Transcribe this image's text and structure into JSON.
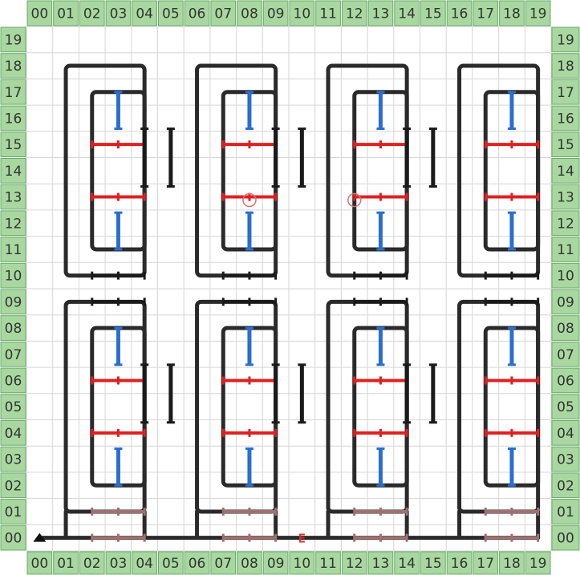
{
  "board": {
    "columns": [
      "00",
      "01",
      "02",
      "03",
      "04",
      "05",
      "06",
      "07",
      "08",
      "09",
      "10",
      "11",
      "12",
      "13",
      "14",
      "15",
      "16",
      "17",
      "18",
      "19"
    ],
    "rows": [
      "00",
      "01",
      "02",
      "03",
      "04",
      "05",
      "06",
      "07",
      "08",
      "09",
      "10",
      "11",
      "12",
      "13",
      "14",
      "15",
      "16",
      "17",
      "18",
      "19"
    ],
    "entry_label": "E",
    "start_marker": "triangle-up",
    "markers": [
      "circle-marker",
      "circle-marker"
    ]
  },
  "colors": {
    "header_bg": "#a8d8a0",
    "header_border": "#6aa86a",
    "grid_line": "#d6d6d6",
    "wall": "#2a2a2a",
    "blue_gate": "#2a6fd0",
    "red_gate": "#e02020",
    "brown_gate": "#a07070",
    "black_gate": "#1a1a1a",
    "entry": "#d03030",
    "marker": "#e07070"
  }
}
